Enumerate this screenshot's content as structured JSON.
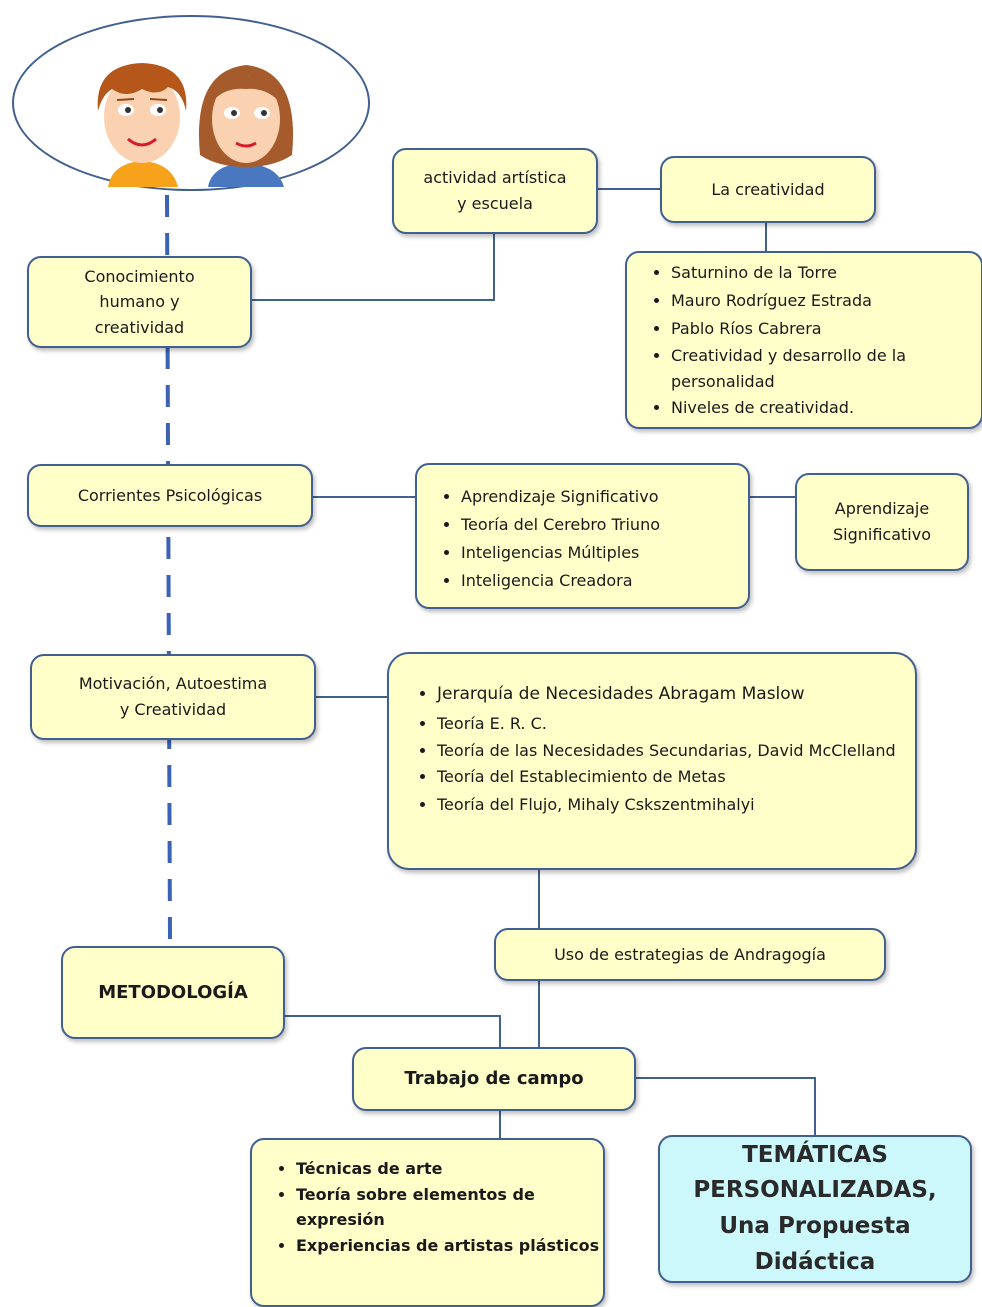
{
  "nodes": {
    "actividad": "actividad artística\ny  escuela",
    "creatividad": "La creatividad",
    "creatividad_list": [
      "Saturnino de la Torre",
      "Mauro Rodríguez Estrada",
      "Pablo Ríos Cabrera",
      "Creatividad y desarrollo de la personalidad",
      "Niveles de creatividad."
    ],
    "conocimiento": "Conocimiento\nhumano y\ncreatividad",
    "corrientes": "Corrientes Psicológicas",
    "corrientes_list": [
      "Aprendizaje Significativo",
      "Teoría del Cerebro Triuno",
      "Inteligencias Múltiples",
      "Inteligencia Creadora"
    ],
    "aprendizaje": "Aprendizaje\nSignificativo",
    "motivacion": "Motivación, Autoestima\ny Creatividad",
    "motivacion_list": [
      "Jerarquía de Necesidades  Abragam Maslow",
      "Teoría E. R. C.",
      "Teoría de las Necesidades Secundarias, David McClelland",
      "Teoría del Establecimiento de Metas",
      "Teoría del Flujo, Mihaly Cskszentmihalyi"
    ],
    "andragogia": "Uso de  estrategias de Andragogía",
    "metodologia": "METODOLOGÍA",
    "trabajo": "Trabajo  de campo",
    "tecnicas_list": [
      "Técnicas de arte",
      "Teoría sobre elementos de expresión",
      "Experiencias de artistas plásticos"
    ],
    "tematicas": "TEMÁTICAS\nPERSONALIZADAS,\nUna Propuesta\nDidáctica"
  },
  "colors": {
    "box_fill": "#ffffc9",
    "box_border": "#41608f",
    "final_fill": "#cdf8fb",
    "line": "#41608f",
    "dashed_line": "#3b62b4"
  },
  "icons": [
    "boy-face-icon",
    "girl-face-icon"
  ]
}
